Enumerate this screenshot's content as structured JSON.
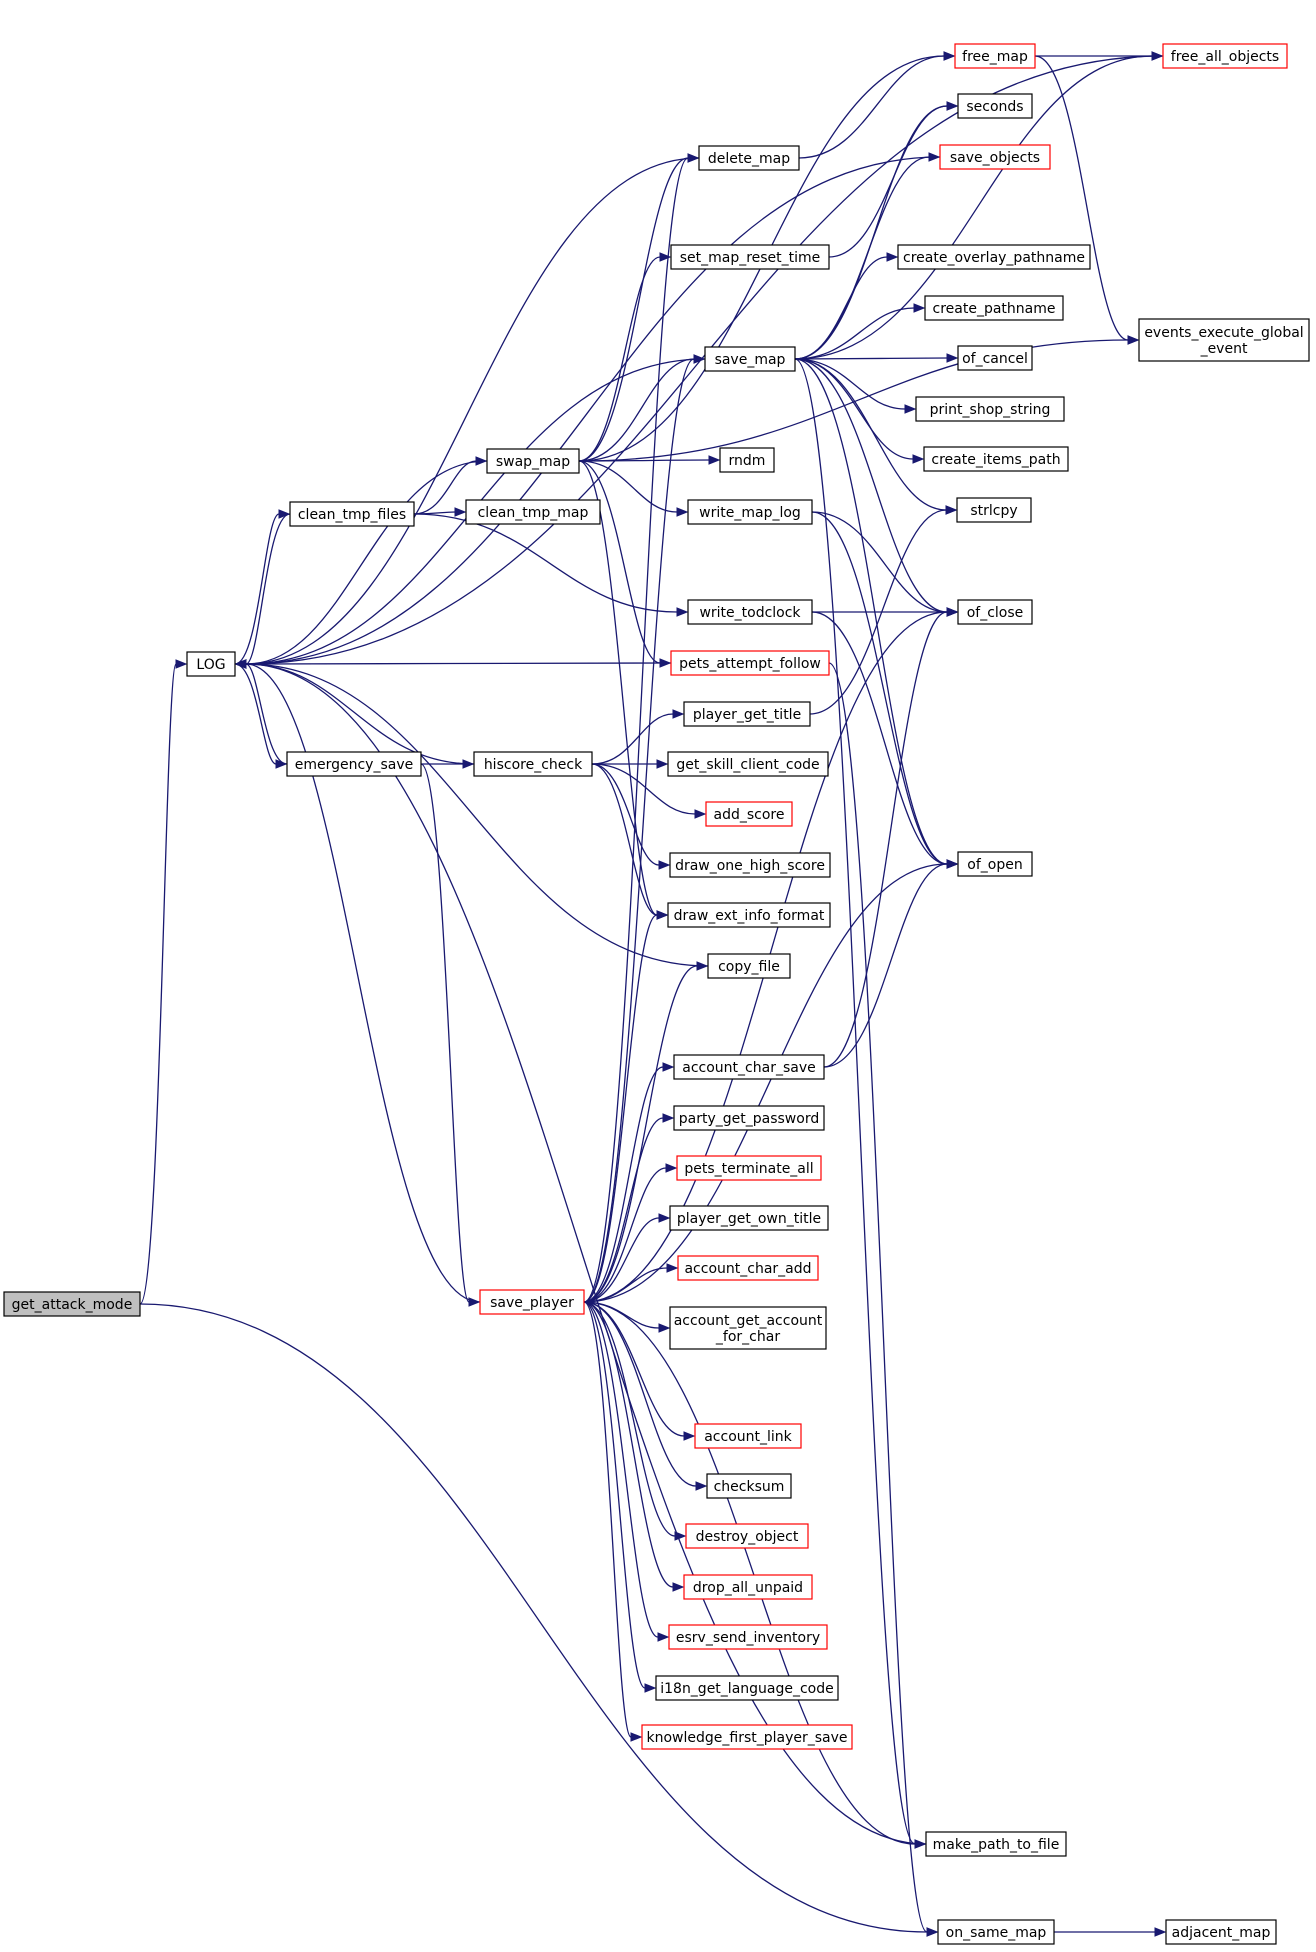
{
  "colors": {
    "edge": "#191970",
    "node_border_normal": "#000000",
    "node_border_truncated": "#ff0000",
    "node_fill_root": "#bfbfbf",
    "node_fill": "#ffffff"
  },
  "nodes": [
    {
      "id": "get_attack_mode",
      "label": "get_attack_mode",
      "style": "root"
    },
    {
      "id": "LOG",
      "label": "LOG",
      "style": "normal"
    },
    {
      "id": "clean_tmp_files",
      "label": "clean_tmp_files",
      "style": "normal"
    },
    {
      "id": "emergency_save",
      "label": "emergency_save",
      "style": "normal"
    },
    {
      "id": "swap_map",
      "label": "swap_map",
      "style": "normal"
    },
    {
      "id": "clean_tmp_map",
      "label": "clean_tmp_map",
      "style": "normal"
    },
    {
      "id": "hiscore_check",
      "label": "hiscore_check",
      "style": "normal"
    },
    {
      "id": "save_player",
      "label": "save_player",
      "style": "truncated"
    },
    {
      "id": "delete_map",
      "label": "delete_map",
      "style": "normal"
    },
    {
      "id": "set_map_reset_time",
      "label": "set_map_reset_time",
      "style": "normal"
    },
    {
      "id": "save_map",
      "label": "save_map",
      "style": "normal"
    },
    {
      "id": "rndm",
      "label": "rndm",
      "style": "normal"
    },
    {
      "id": "write_map_log",
      "label": "write_map_log",
      "style": "normal"
    },
    {
      "id": "write_todclock",
      "label": "write_todclock",
      "style": "normal"
    },
    {
      "id": "pets_attempt_follow",
      "label": "pets_attempt_follow",
      "style": "truncated"
    },
    {
      "id": "player_get_title",
      "label": "player_get_title",
      "style": "normal"
    },
    {
      "id": "get_skill_client_code",
      "label": "get_skill_client_code",
      "style": "normal"
    },
    {
      "id": "add_score",
      "label": "add_score",
      "style": "truncated"
    },
    {
      "id": "draw_one_high_score",
      "label": "draw_one_high_score",
      "style": "normal"
    },
    {
      "id": "draw_ext_info_format",
      "label": "draw_ext_info_format",
      "style": "normal"
    },
    {
      "id": "copy_file",
      "label": "copy_file",
      "style": "normal"
    },
    {
      "id": "account_char_save",
      "label": "account_char_save",
      "style": "normal"
    },
    {
      "id": "party_get_password",
      "label": "party_get_password",
      "style": "normal"
    },
    {
      "id": "pets_terminate_all",
      "label": "pets_terminate_all",
      "style": "truncated"
    },
    {
      "id": "player_get_own_title",
      "label": "player_get_own_title",
      "style": "normal"
    },
    {
      "id": "account_char_add",
      "label": "account_char_add",
      "style": "truncated"
    },
    {
      "id": "account_get_account_for_char",
      "label": "account_get_account\n_for_char",
      "style": "normal"
    },
    {
      "id": "account_link",
      "label": "account_link",
      "style": "truncated"
    },
    {
      "id": "checksum",
      "label": "checksum",
      "style": "normal"
    },
    {
      "id": "destroy_object",
      "label": "destroy_object",
      "style": "truncated"
    },
    {
      "id": "drop_all_unpaid",
      "label": "drop_all_unpaid",
      "style": "truncated"
    },
    {
      "id": "esrv_send_inventory",
      "label": "esrv_send_inventory",
      "style": "truncated"
    },
    {
      "id": "i18n_get_language_code",
      "label": "i18n_get_language_code",
      "style": "normal"
    },
    {
      "id": "knowledge_first_player_save",
      "label": "knowledge_first_player_save",
      "style": "truncated"
    },
    {
      "id": "free_map",
      "label": "free_map",
      "style": "truncated"
    },
    {
      "id": "seconds",
      "label": "seconds",
      "style": "normal"
    },
    {
      "id": "save_objects",
      "label": "save_objects",
      "style": "truncated"
    },
    {
      "id": "create_overlay_pathname",
      "label": "create_overlay_pathname",
      "style": "normal"
    },
    {
      "id": "create_pathname",
      "label": "create_pathname",
      "style": "normal"
    },
    {
      "id": "of_cancel",
      "label": "of_cancel",
      "style": "normal"
    },
    {
      "id": "print_shop_string",
      "label": "print_shop_string",
      "style": "normal"
    },
    {
      "id": "create_items_path",
      "label": "create_items_path",
      "style": "normal"
    },
    {
      "id": "strlcpy",
      "label": "strlcpy",
      "style": "normal"
    },
    {
      "id": "of_close",
      "label": "of_close",
      "style": "normal"
    },
    {
      "id": "of_open",
      "label": "of_open",
      "style": "normal"
    },
    {
      "id": "make_path_to_file",
      "label": "make_path_to_file",
      "style": "normal"
    },
    {
      "id": "on_same_map",
      "label": "on_same_map",
      "style": "normal"
    },
    {
      "id": "adjacent_map",
      "label": "adjacent_map",
      "style": "normal"
    },
    {
      "id": "free_all_objects",
      "label": "free_all_objects",
      "style": "truncated"
    },
    {
      "id": "events_execute_global_event",
      "label": "events_execute_global\n_event",
      "style": "normal"
    }
  ],
  "edges": [
    [
      "get_attack_mode",
      "LOG"
    ],
    [
      "get_attack_mode",
      "on_same_map"
    ],
    [
      "LOG",
      "clean_tmp_files"
    ],
    [
      "LOG",
      "emergency_save"
    ],
    [
      "clean_tmp_files",
      "LOG"
    ],
    [
      "clean_tmp_files",
      "swap_map"
    ],
    [
      "clean_tmp_files",
      "clean_tmp_map"
    ],
    [
      "clean_tmp_files",
      "write_todclock"
    ],
    [
      "emergency_save",
      "LOG"
    ],
    [
      "emergency_save",
      "hiscore_check"
    ],
    [
      "emergency_save",
      "save_player"
    ],
    [
      "swap_map",
      "LOG"
    ],
    [
      "swap_map",
      "delete_map"
    ],
    [
      "swap_map",
      "free_map"
    ],
    [
      "swap_map",
      "set_map_reset_time"
    ],
    [
      "swap_map",
      "save_map"
    ],
    [
      "swap_map",
      "rndm"
    ],
    [
      "swap_map",
      "write_map_log"
    ],
    [
      "swap_map",
      "pets_attempt_follow"
    ],
    [
      "swap_map",
      "draw_ext_info_format"
    ],
    [
      "swap_map",
      "events_execute_global_event"
    ],
    [
      "hiscore_check",
      "LOG"
    ],
    [
      "hiscore_check",
      "player_get_title"
    ],
    [
      "hiscore_check",
      "get_skill_client_code"
    ],
    [
      "hiscore_check",
      "add_score"
    ],
    [
      "hiscore_check",
      "draw_one_high_score"
    ],
    [
      "hiscore_check",
      "draw_ext_info_format"
    ],
    [
      "save_player",
      "LOG"
    ],
    [
      "save_player",
      "delete_map"
    ],
    [
      "save_player",
      "save_map"
    ],
    [
      "save_player",
      "draw_ext_info_format"
    ],
    [
      "save_player",
      "copy_file"
    ],
    [
      "save_player",
      "of_close"
    ],
    [
      "save_player",
      "account_char_save"
    ],
    [
      "save_player",
      "party_get_password"
    ],
    [
      "save_player",
      "pets_terminate_all"
    ],
    [
      "save_player",
      "player_get_own_title"
    ],
    [
      "save_player",
      "account_char_add"
    ],
    [
      "save_player",
      "account_get_account_for_char"
    ],
    [
      "save_player",
      "of_open"
    ],
    [
      "save_player",
      "account_link"
    ],
    [
      "save_player",
      "checksum"
    ],
    [
      "save_player",
      "destroy_object"
    ],
    [
      "save_player",
      "drop_all_unpaid"
    ],
    [
      "save_player",
      "esrv_send_inventory"
    ],
    [
      "save_player",
      "i18n_get_language_code"
    ],
    [
      "save_player",
      "knowledge_first_player_save"
    ],
    [
      "save_player",
      "make_path_to_file"
    ],
    [
      "delete_map",
      "free_map"
    ],
    [
      "delete_map",
      "LOG"
    ],
    [
      "set_map_reset_time",
      "seconds"
    ],
    [
      "save_map",
      "LOG"
    ],
    [
      "save_map",
      "seconds"
    ],
    [
      "save_map",
      "save_objects"
    ],
    [
      "save_map",
      "create_overlay_pathname"
    ],
    [
      "save_map",
      "create_pathname"
    ],
    [
      "save_map",
      "of_cancel"
    ],
    [
      "save_map",
      "print_shop_string"
    ],
    [
      "save_map",
      "create_items_path"
    ],
    [
      "save_map",
      "strlcpy"
    ],
    [
      "save_map",
      "of_close"
    ],
    [
      "save_map",
      "of_open"
    ],
    [
      "save_map",
      "make_path_to_file"
    ],
    [
      "save_map",
      "free_all_objects"
    ],
    [
      "write_map_log",
      "of_close"
    ],
    [
      "write_map_log",
      "of_open"
    ],
    [
      "write_todclock",
      "of_close"
    ],
    [
      "write_todclock",
      "of_open"
    ],
    [
      "pets_attempt_follow",
      "LOG"
    ],
    [
      "pets_attempt_follow",
      "on_same_map"
    ],
    [
      "player_get_title",
      "strlcpy"
    ],
    [
      "copy_file",
      "LOG"
    ],
    [
      "account_char_save",
      "of_close"
    ],
    [
      "account_char_save",
      "of_open"
    ],
    [
      "save_objects",
      "LOG"
    ],
    [
      "free_map",
      "free_all_objects"
    ],
    [
      "free_map",
      "events_execute_global_event"
    ],
    [
      "free_all_objects",
      "LOG"
    ],
    [
      "make_path_to_file",
      "LOG"
    ],
    [
      "on_same_map",
      "adjacent_map"
    ]
  ]
}
